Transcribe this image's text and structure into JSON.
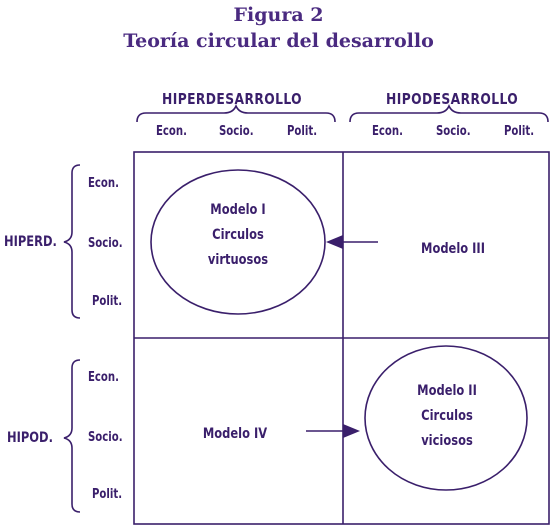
{
  "figure": {
    "number_label": "Figura 2",
    "title": "Teoría circular del desarrollo"
  },
  "columns": {
    "groups": [
      {
        "label": "HIPERDESARROLLO",
        "sub": [
          "Econ.",
          "Socio.",
          "Polit."
        ]
      },
      {
        "label": "HIPODESARROLLO",
        "sub": [
          "Econ.",
          "Socio.",
          "Polit."
        ]
      }
    ]
  },
  "rows": {
    "groups": [
      {
        "label": "HIPERD.",
        "sub": [
          "Econ.",
          "Socio.",
          "Polit."
        ]
      },
      {
        "label": "HIPOD.",
        "sub": [
          "Econ.",
          "Socio.",
          "Polit."
        ]
      }
    ]
  },
  "cells": {
    "top_left": {
      "line1": "Modelo I",
      "line2": "Circulos",
      "line3": "virtuosos"
    },
    "top_right": {
      "line1": "Modelo III"
    },
    "bottom_left": {
      "line1": "Modelo IV"
    },
    "bottom_right": {
      "line1": "Modelo II",
      "line2": "Circulos",
      "line3": "viciosos"
    }
  },
  "colors": {
    "ink": "#3a1f6b",
    "title": "#4a2a80"
  }
}
